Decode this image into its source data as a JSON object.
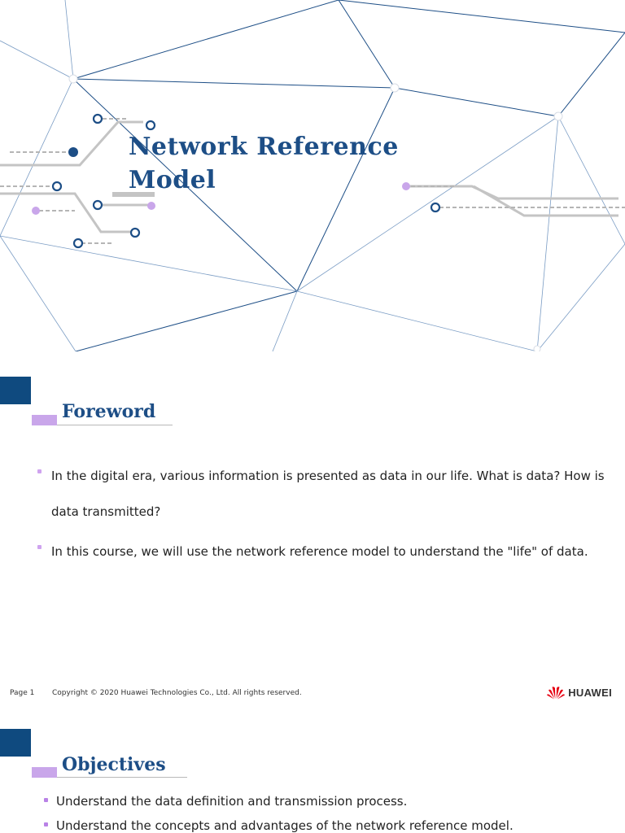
{
  "title_slide": {
    "title_line1": "Network Reference",
    "title_line2": "Model"
  },
  "foreword_slide": {
    "heading": "Foreword",
    "bullets": [
      "In the digital era, various information is presented as data in our life. What is data? How is data transmitted?",
      "In this course, we will use the network reference model to understand the \"life\" of data."
    ],
    "footer": {
      "page": "Page 1",
      "copyright": "Copyright © 2020 Huawei Technologies Co., Ltd. All rights reserved.",
      "brand": "HUAWEI"
    }
  },
  "objectives_slide": {
    "heading": "Objectives",
    "bullets": [
      "Understand the data definition and transmission process.",
      "Understand the concepts and advantages of the network reference model."
    ]
  },
  "colors": {
    "title_blue": "#1d4e86",
    "accent_purple": "#c9a6ea",
    "block_navy": "#0f4a7f",
    "brand_red": "#e60012"
  },
  "icons": {
    "logo": "huawei-petal-logo-icon",
    "bullet": "square-bullet-icon"
  }
}
